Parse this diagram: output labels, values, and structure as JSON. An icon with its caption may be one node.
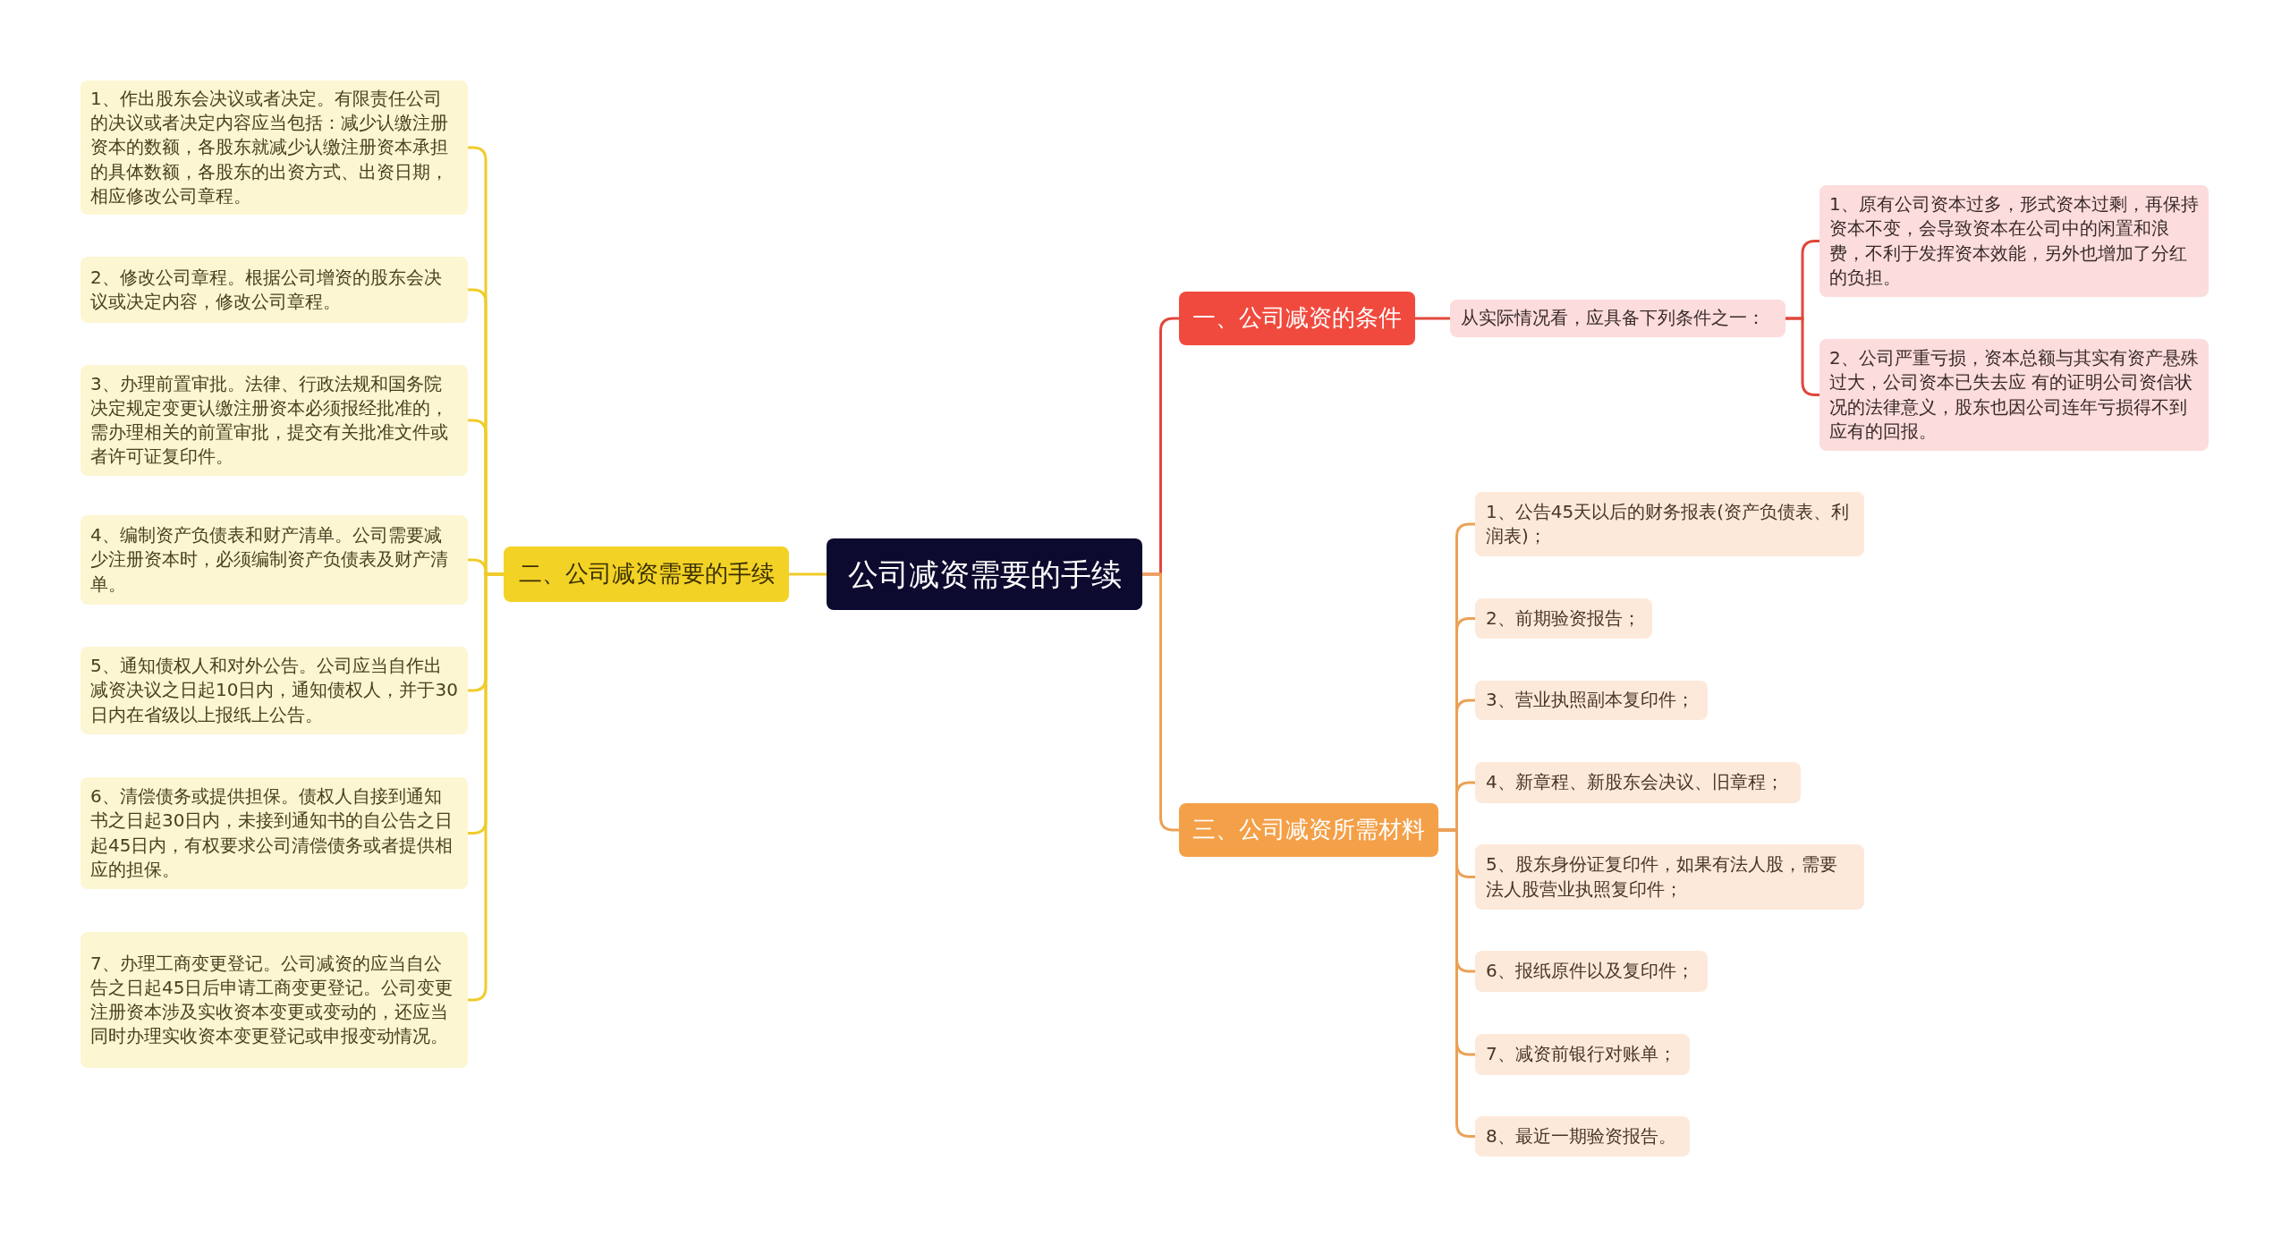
{
  "diagram": {
    "nodes": [
      {
        "text": [
          "公司减资需要的手续"
        ]
      },
      {
        "text": [
          "一、公司减资的条件"
        ]
      },
      {
        "text": [
          "从实际情况看，应具备下列条件之一："
        ]
      },
      {
        "text": [
          "1、原有公司资本过多，形式资本过剩，再保持资本不变，会导致资本在公司中的闲置和浪费，不利于发挥资本效能，另外也增加了分红的负担。"
        ]
      },
      {
        "text": [
          "2、公司严重亏损，资本总额与其实有资产悬殊过大，公司资本已失去应 有的证明公司资信状况的法律意义，股东也因公司连年亏损得不到应有的回报。"
        ]
      },
      {
        "text": [
          "二、公司减资需要的手续"
        ]
      },
      {
        "text": [
          "1、作出股东会决议或者决定。有限责任公司的决议或者决定内容应当包括：减少认缴注册资本的数额，各股东就减少认缴注册资本承担的具体数额，各股东的出资方式、出资日期，相应修改公司章程。"
        ]
      },
      {
        "text": [
          "2、修改公司章程。根据公司增资的股东会决议或决定内容，修改公司章程。"
        ]
      },
      {
        "text": [
          "3、办理前置审批。法律、行政法规和国务院决定规定变更认缴注册资本必须报经批准的，需办理相关的前置审批，提交有关批准文件或者许可证复印件。"
        ]
      },
      {
        "text": [
          "4、编制资产负债表和财产清单。公司需要减少注册资本时，必须编制资产负债表及财产清单。"
        ]
      },
      {
        "text": [
          "5、通知债权人和对外公告。公司应当自作出减资决议之日起10日内，通知债权人，并于30日内在省级以上报纸上公告。"
        ]
      },
      {
        "text": [
          "6、清偿债务或提供担保。债权人自接到通知书之日起30日内，未接到通知书的自公告之日起45日内，有权要求公司清偿债务或者提供相应的担保。"
        ]
      },
      {
        "text": [
          "7、办理工商变更登记。公司减资的应当自公告之日起45日后申请工商变更登记。公司变更注册资本涉及实收资本变更或变动的，还应当同时办理实收资本变更登记或申报变动情况。"
        ]
      },
      {
        "text": [
          "三、公司减资所需材料"
        ]
      },
      {
        "text": [
          "1、公告45天以后的财务报表(资产负债表、利润表)；"
        ]
      },
      {
        "text": [
          "2、前期验资报告；"
        ]
      },
      {
        "text": [
          "3、营业执照副本复印件；"
        ]
      },
      {
        "text": [
          "4、新章程、新股东会决议、旧章程；"
        ]
      },
      {
        "text": [
          "5、股东身份证复印件，如果有法人股，需要法人股营业执照复印件；"
        ]
      },
      {
        "text": [
          "6、报纸原件以及复印件；"
        ]
      },
      {
        "text": [
          "7、减资前银行对账单；"
        ]
      },
      {
        "text": [
          "8、最近一期验资报告。"
        ]
      }
    ],
    "edges": [
      {
        "from": 0,
        "to": 1,
        "arrow": "none",
        "color": "#e0473c"
      },
      {
        "from": 1,
        "to": 2,
        "arrow": "none",
        "color": "#e0473c"
      },
      {
        "from": 2,
        "to": 3,
        "arrow": "none",
        "color": "#e0473c"
      },
      {
        "from": 2,
        "to": 4,
        "arrow": "none",
        "color": "#e0473c"
      },
      {
        "from": 0,
        "to": 5,
        "arrow": "none",
        "color": "#f0cc2a"
      },
      {
        "from": 5,
        "to": 6,
        "arrow": "none",
        "color": "#f0cc2a"
      },
      {
        "from": 5,
        "to": 7,
        "arrow": "none",
        "color": "#f0cc2a"
      },
      {
        "from": 5,
        "to": 8,
        "arrow": "none",
        "color": "#f0cc2a"
      },
      {
        "from": 5,
        "to": 9,
        "arrow": "none",
        "color": "#f0cc2a"
      },
      {
        "from": 5,
        "to": 10,
        "arrow": "none",
        "color": "#f0cc2a"
      },
      {
        "from": 5,
        "to": 11,
        "arrow": "none",
        "color": "#f0cc2a"
      },
      {
        "from": 5,
        "to": 12,
        "arrow": "none",
        "color": "#f0cc2a"
      },
      {
        "from": 0,
        "to": 13,
        "arrow": "none"
      },
      {
        "from": 13,
        "to": 14,
        "arrow": "none"
      },
      {
        "from": 13,
        "to": 15,
        "arrow": "none"
      },
      {
        "from": 13,
        "to": 16,
        "arrow": "none"
      },
      {
        "from": 13,
        "to": 17,
        "arrow": "none"
      },
      {
        "from": 13,
        "to": 18,
        "arrow": "none"
      },
      {
        "from": 13,
        "to": 19,
        "arrow": "none"
      },
      {
        "from": 13,
        "to": 20,
        "arrow": "none"
      },
      {
        "from": 13,
        "to": 21,
        "arrow": "none"
      }
    ]
  }
}
